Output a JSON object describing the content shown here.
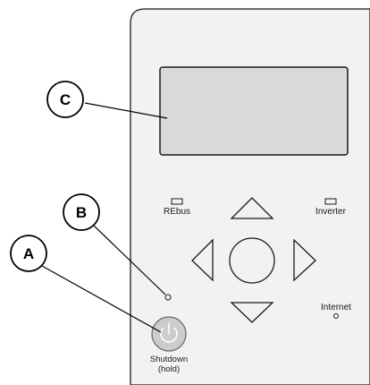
{
  "callouts": {
    "a": "A",
    "b": "B",
    "c": "C"
  },
  "indicators": {
    "rebus": "REbus",
    "inverter": "Inverter",
    "internet": "Internet"
  },
  "shutdown": {
    "line1": "Shutdown",
    "line2": "(hold)"
  },
  "colors": {
    "display_screen": "#d9d9d9",
    "power_button": "#cccccc",
    "panel_fill": "#f2f2f2",
    "outline": "#1a1a1a"
  },
  "icons": {
    "power_button": "power-icon",
    "arrows": [
      "arrow-up-icon",
      "arrow-down-icon",
      "arrow-left-icon",
      "arrow-right-icon"
    ],
    "center": "select-button-icon"
  }
}
